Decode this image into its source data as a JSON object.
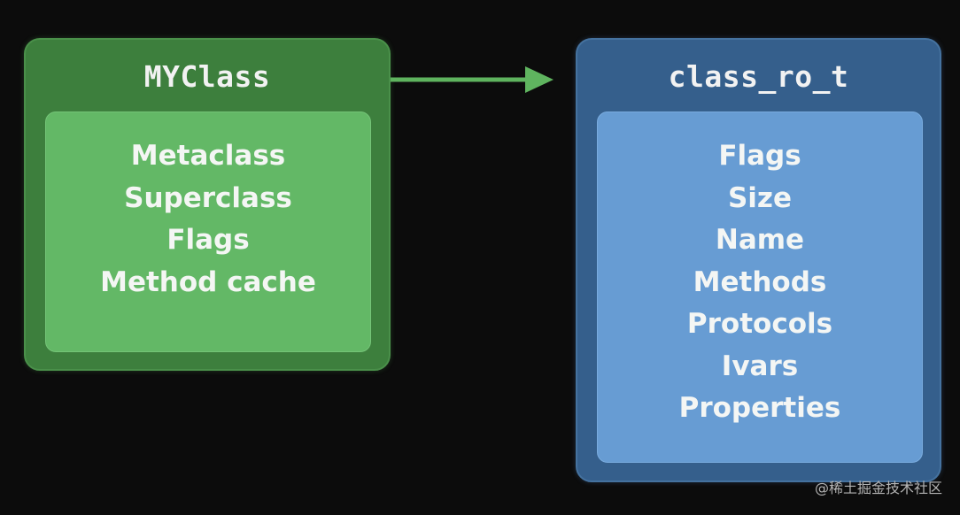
{
  "left_box": {
    "title": "MYClass",
    "fields": [
      "Metaclass",
      "Superclass",
      "Flags",
      "Method cache"
    ]
  },
  "right_box": {
    "title": "class_ro_t",
    "fields": [
      "Flags",
      "Size",
      "Name",
      "Methods",
      "Protocols",
      "Ivars",
      "Properties"
    ]
  },
  "watermark": "@稀土掘金技术社区",
  "colors": {
    "background": "#0c0c0c",
    "green_outer": "#3d7f3d",
    "green_inner": "#63b866",
    "blue_outer": "#355f8c",
    "blue_inner": "#679cd3",
    "arrow": "#5fb45f"
  }
}
